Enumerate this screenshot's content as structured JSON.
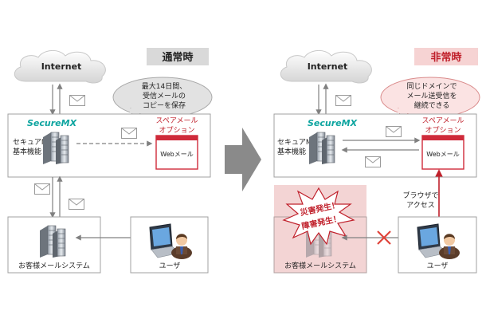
{
  "left": {
    "mode_label": "通常時",
    "internet_label": "Internet",
    "callout": [
      "最大14日間、",
      "受信メールの",
      "コピーを保存"
    ],
    "brand": "SecureMX",
    "server_label": [
      "セキュアMX",
      "基本機能"
    ],
    "spare_title": [
      "スペアメール",
      "オプション"
    ],
    "webmail_label": "Webメール",
    "customer_system_label": "お客様メールシステム",
    "user_label": "ユーザ"
  },
  "right": {
    "mode_label": "非常時",
    "internet_label": "Internet",
    "callout": [
      "同じドメインで",
      "メール送受信を",
      "継続できる"
    ],
    "brand": "SecureMX",
    "server_label": [
      "セキュアMX",
      "基本機能"
    ],
    "spare_title": [
      "スペアメール",
      "オプション"
    ],
    "webmail_label": "Webメール",
    "access_label": [
      "ブラウザで",
      "アクセス"
    ],
    "disaster_label": [
      "災害発生！",
      "障害発生！"
    ],
    "customer_system_label": "お客様メールシステム",
    "user_label": "ユーザ"
  },
  "colors": {
    "normal_badge": "#d9d9d9",
    "emergency_badge": "#f6d3d3",
    "emergency_text": "#c0202b",
    "brand_teal": "#0ea5a0",
    "spare_red": "#cf2a3a",
    "arrow_gray": "#808080",
    "x_red": "#e0443a"
  },
  "icons": {
    "cloud": "cloud-icon",
    "mail": "mail-envelope-icon",
    "server": "server-rack-icon",
    "user": "user-laptop-icon",
    "burst": "explosion-burst-icon"
  }
}
